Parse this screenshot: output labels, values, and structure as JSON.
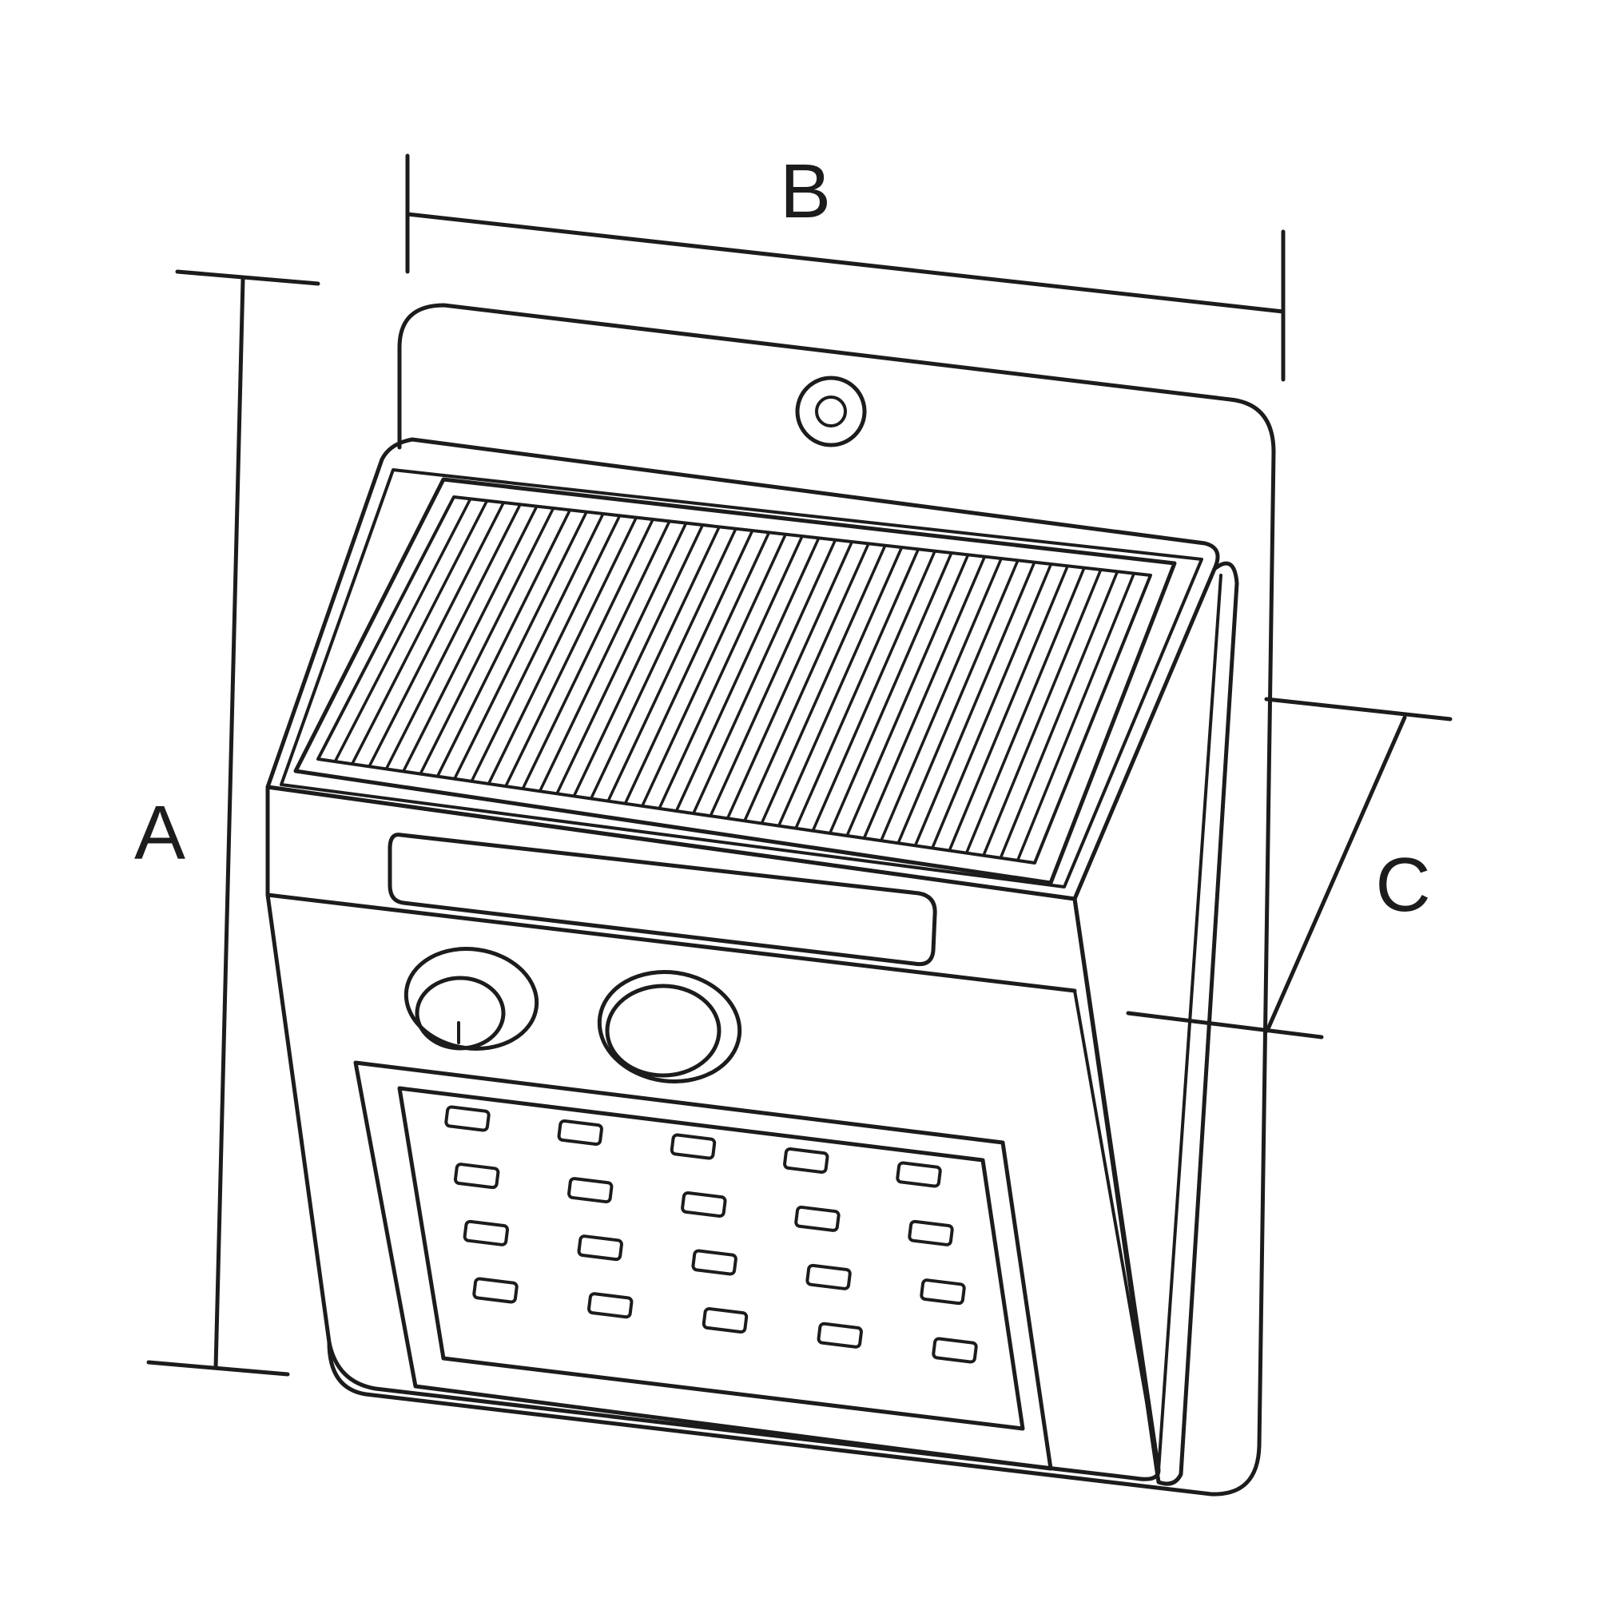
{
  "dimensions": {
    "height_label": "A",
    "width_label": "B",
    "depth_label": "C"
  },
  "device": {
    "led_rows": 4,
    "led_columns": 5,
    "solar_cell_strips": 42
  },
  "colors": {
    "line": "#1c1c1c",
    "background": "#ffffff"
  }
}
